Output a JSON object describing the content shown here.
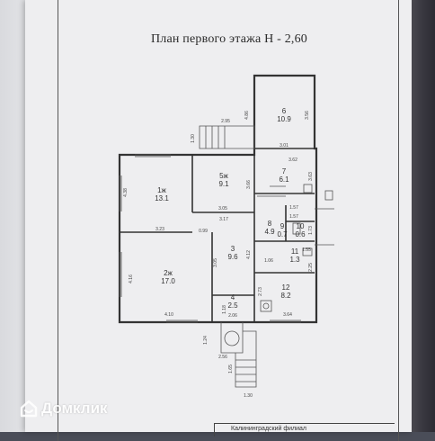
{
  "title": "План первого этажа  Н - 2,60",
  "rooms": [
    {
      "num": "1ж",
      "area": "13.1"
    },
    {
      "num": "2ж",
      "area": "17.0"
    },
    {
      "num": "3",
      "area": "9.6"
    },
    {
      "num": "4",
      "area": "2.5"
    },
    {
      "num": "5ж",
      "area": "9.1"
    },
    {
      "num": "6",
      "area": "10.9"
    },
    {
      "num": "7",
      "area": "6.1"
    },
    {
      "num": "8",
      "area": "4.9"
    },
    {
      "num": "9",
      "area": "0.7"
    },
    {
      "num": "10",
      "area": "0.6"
    },
    {
      "num": "11",
      "area": "1.3"
    },
    {
      "num": "12",
      "area": "8.2"
    }
  ],
  "dimensions": [
    "2.95",
    "4.86",
    "3.56",
    "1.30",
    "3.62",
    "3.01",
    "3.05",
    "3.17",
    "4.38",
    "3.23",
    "3.66",
    "3.63",
    "1.57",
    "1.57",
    "1.73",
    "1.55",
    "2.25",
    "0.99",
    "4.12",
    "1.06",
    "3.05",
    "4.16",
    "4.10",
    "1.18",
    "2.73",
    "3.64",
    "1.24",
    "2.56",
    "1.65",
    "1.30",
    "2.06"
  ],
  "watermark": {
    "brand": "Домклик"
  },
  "stamp": {
    "text": "Калининградский филиал"
  }
}
